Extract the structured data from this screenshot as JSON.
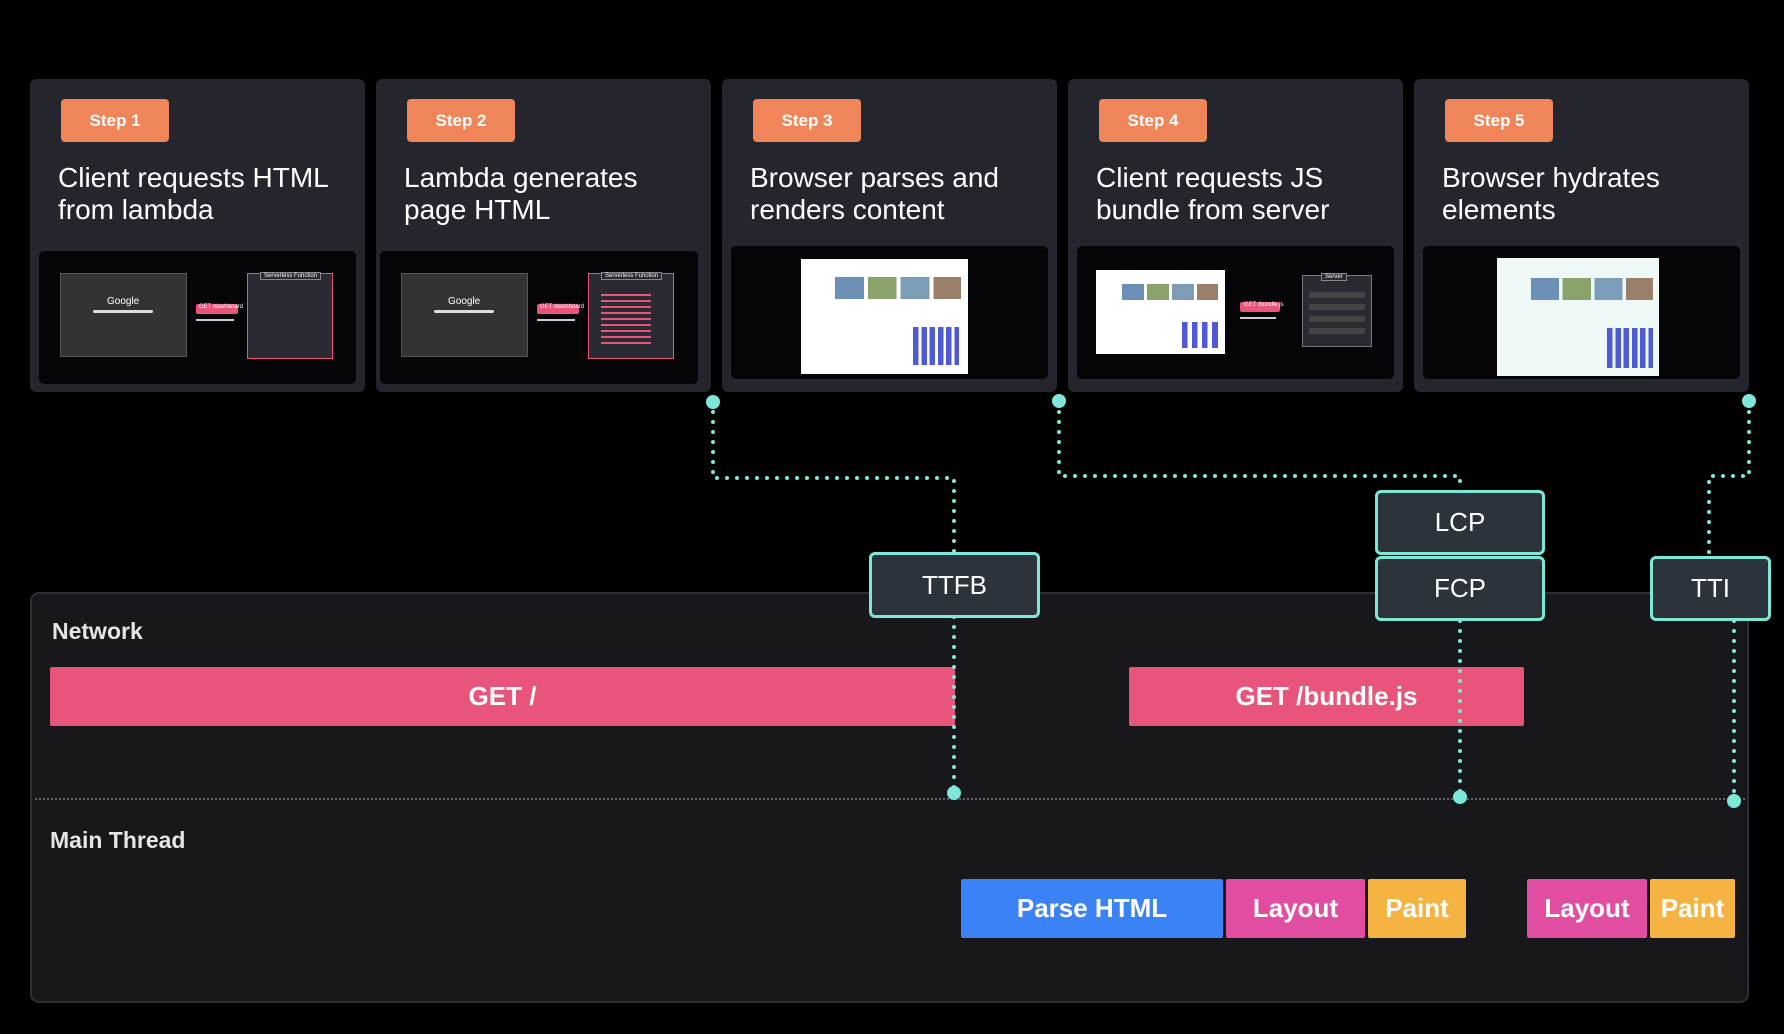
{
  "steps": [
    {
      "badge": "Step 1",
      "title": "Client requests HTML from lambda",
      "screen_logo": "Google",
      "request": "GET /dashboard",
      "box_label": "Serverless Function"
    },
    {
      "badge": "Step 2",
      "title": "Lambda generates page HTML",
      "screen_logo": "Google",
      "request": "GET /dashboard",
      "box_label": "Serverless Function"
    },
    {
      "badge": "Step 3",
      "title": "Browser parses and renders content"
    },
    {
      "badge": "Step 4",
      "title": "Client requests JS bundle from server",
      "request": "GET /bundle.js",
      "box_label": "Server"
    },
    {
      "badge": "Step 5",
      "title": "Browser hydrates elements"
    }
  ],
  "lanes": {
    "network": "Network",
    "main_thread": "Main Thread"
  },
  "network_bars": [
    {
      "label": "GET /",
      "color": "#e8547a"
    },
    {
      "label": "GET /bundle.js",
      "color": "#e8547a"
    }
  ],
  "main_thread_bars": [
    {
      "label": "Parse HTML",
      "color": "#3b82f6"
    },
    {
      "label": "Layout",
      "color": "#e14ea1"
    },
    {
      "label": "Paint",
      "color": "#f5b342"
    },
    {
      "label": "Layout",
      "color": "#e14ea1"
    },
    {
      "label": "Paint",
      "color": "#f5b342"
    }
  ],
  "markers": {
    "ttfb": "TTFB",
    "lcp": "LCP",
    "fcp": "FCP",
    "tti": "TTI"
  },
  "colors": {
    "marker_border": "#7de8d8",
    "badge": "#ef8559",
    "background": "#000000",
    "card": "#25252d"
  }
}
